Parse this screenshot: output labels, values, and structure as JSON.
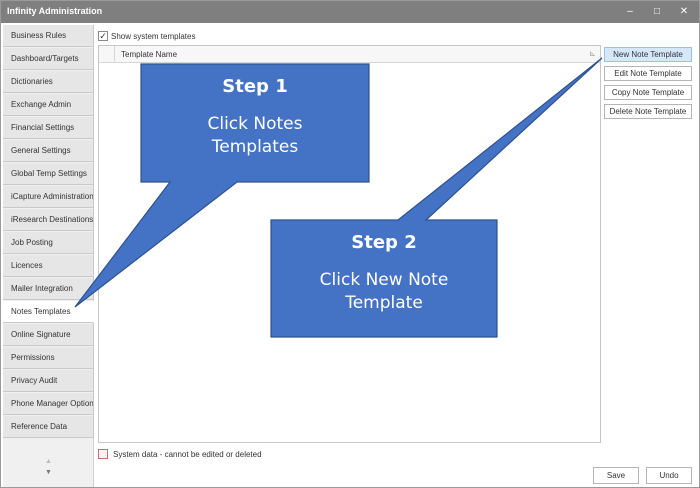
{
  "window": {
    "title": "Infinity Administration",
    "controls": {
      "minimize": "–",
      "maximize": "□",
      "close": "✕"
    }
  },
  "sidebar": {
    "items": [
      {
        "label": "Business Rules"
      },
      {
        "label": "Dashboard/Targets"
      },
      {
        "label": "Dictionaries"
      },
      {
        "label": "Exchange Admin"
      },
      {
        "label": "Financial Settings"
      },
      {
        "label": "General Settings"
      },
      {
        "label": "Global Temp Settings"
      },
      {
        "label": "iCapture Administration"
      },
      {
        "label": "iResearch Destinations"
      },
      {
        "label": "Job Posting"
      },
      {
        "label": "Licences"
      },
      {
        "label": "Mailer Integration"
      },
      {
        "label": "Notes Templates",
        "active": true
      },
      {
        "label": "Online Signature"
      },
      {
        "label": "Permissions"
      },
      {
        "label": "Privacy Audit"
      },
      {
        "label": "Phone Manager Options"
      },
      {
        "label": "Reference Data"
      }
    ],
    "scroll_up": "▲",
    "scroll_down": "▼"
  },
  "main": {
    "show_system_label": "Show system templates",
    "show_system_checked": "✓",
    "grid": {
      "column": "Template Name",
      "filter_icon": "⊾"
    },
    "buttons": {
      "new": "New Note Template",
      "edit": "Edit Note Template",
      "copy": "Copy Note Template",
      "delete": "Delete Note Template"
    },
    "legend_label": "System data - cannot be edited or deleted"
  },
  "footer": {
    "save": "Save",
    "undo": "Undo"
  },
  "callouts": {
    "step1": {
      "title": "Step 1",
      "line1": "Click Notes",
      "line2": "Templates"
    },
    "step2": {
      "title": "Step 2",
      "line1": "Click New Note",
      "line2": "Template"
    }
  },
  "colors": {
    "callout_fill": "#4472c4",
    "callout_stroke": "#2f528f",
    "titlebar": "#7f7f7f",
    "highlight_button": "#d5e7f8"
  }
}
